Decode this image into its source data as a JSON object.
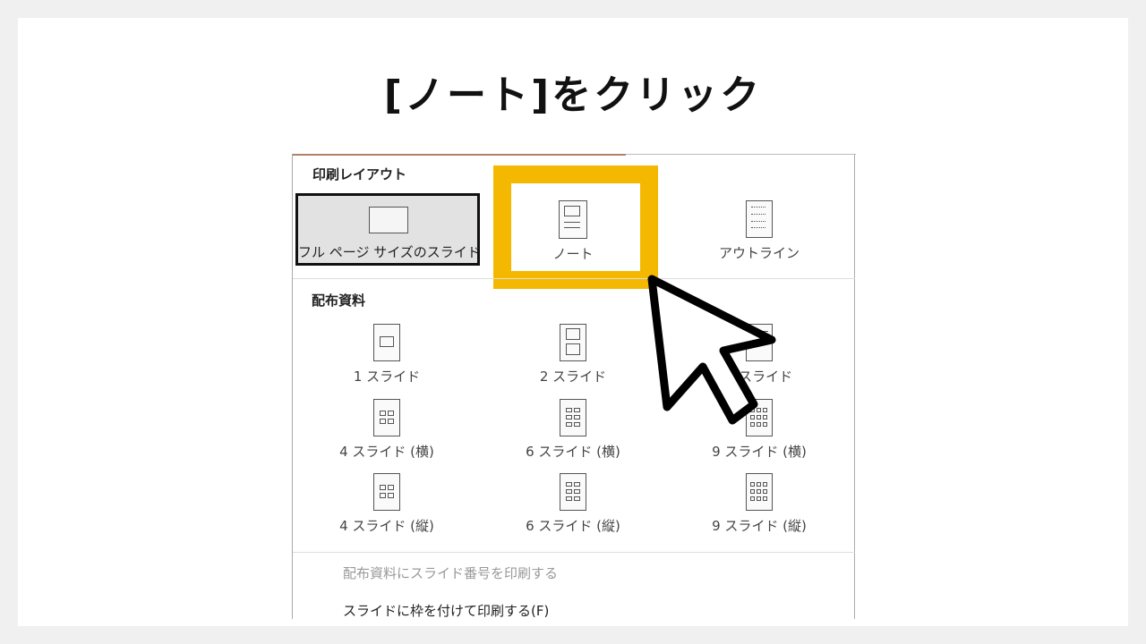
{
  "title": "[ノート]をクリック",
  "panel": {
    "print_layout_heading": "印刷レイアウト",
    "layouts": [
      {
        "label": "フル ページ サイズのスライド",
        "icon": "full-page-slide-icon",
        "selected": true
      },
      {
        "label": "ノート",
        "icon": "notes-page-icon",
        "highlighted": true
      },
      {
        "label": "アウトライン",
        "icon": "outline-icon"
      }
    ],
    "handouts_heading": "配布資料",
    "handouts": [
      {
        "label": "1 スライド",
        "icon": "handout-1-icon"
      },
      {
        "label": "2 スライド",
        "icon": "handout-2-icon"
      },
      {
        "label": "3 スライド",
        "icon": "handout-3-icon"
      },
      {
        "label": "4 スライド (横)",
        "icon": "handout-4h-icon"
      },
      {
        "label": "6 スライド (横)",
        "icon": "handout-6h-icon"
      },
      {
        "label": "9 スライド (横)",
        "icon": "handout-9h-icon"
      },
      {
        "label": "4 スライド (縦)",
        "icon": "handout-4v-icon"
      },
      {
        "label": "6 スライド (縦)",
        "icon": "handout-6v-icon"
      },
      {
        "label": "9 スライド (縦)",
        "icon": "handout-9v-icon"
      }
    ],
    "option_disabled": "配布資料にスライド番号を印刷する",
    "option_frame": "スライドに枠を付けて印刷する(F)"
  },
  "colors": {
    "highlight": "#f5b800",
    "selected_bg": "#e2e2e2"
  }
}
